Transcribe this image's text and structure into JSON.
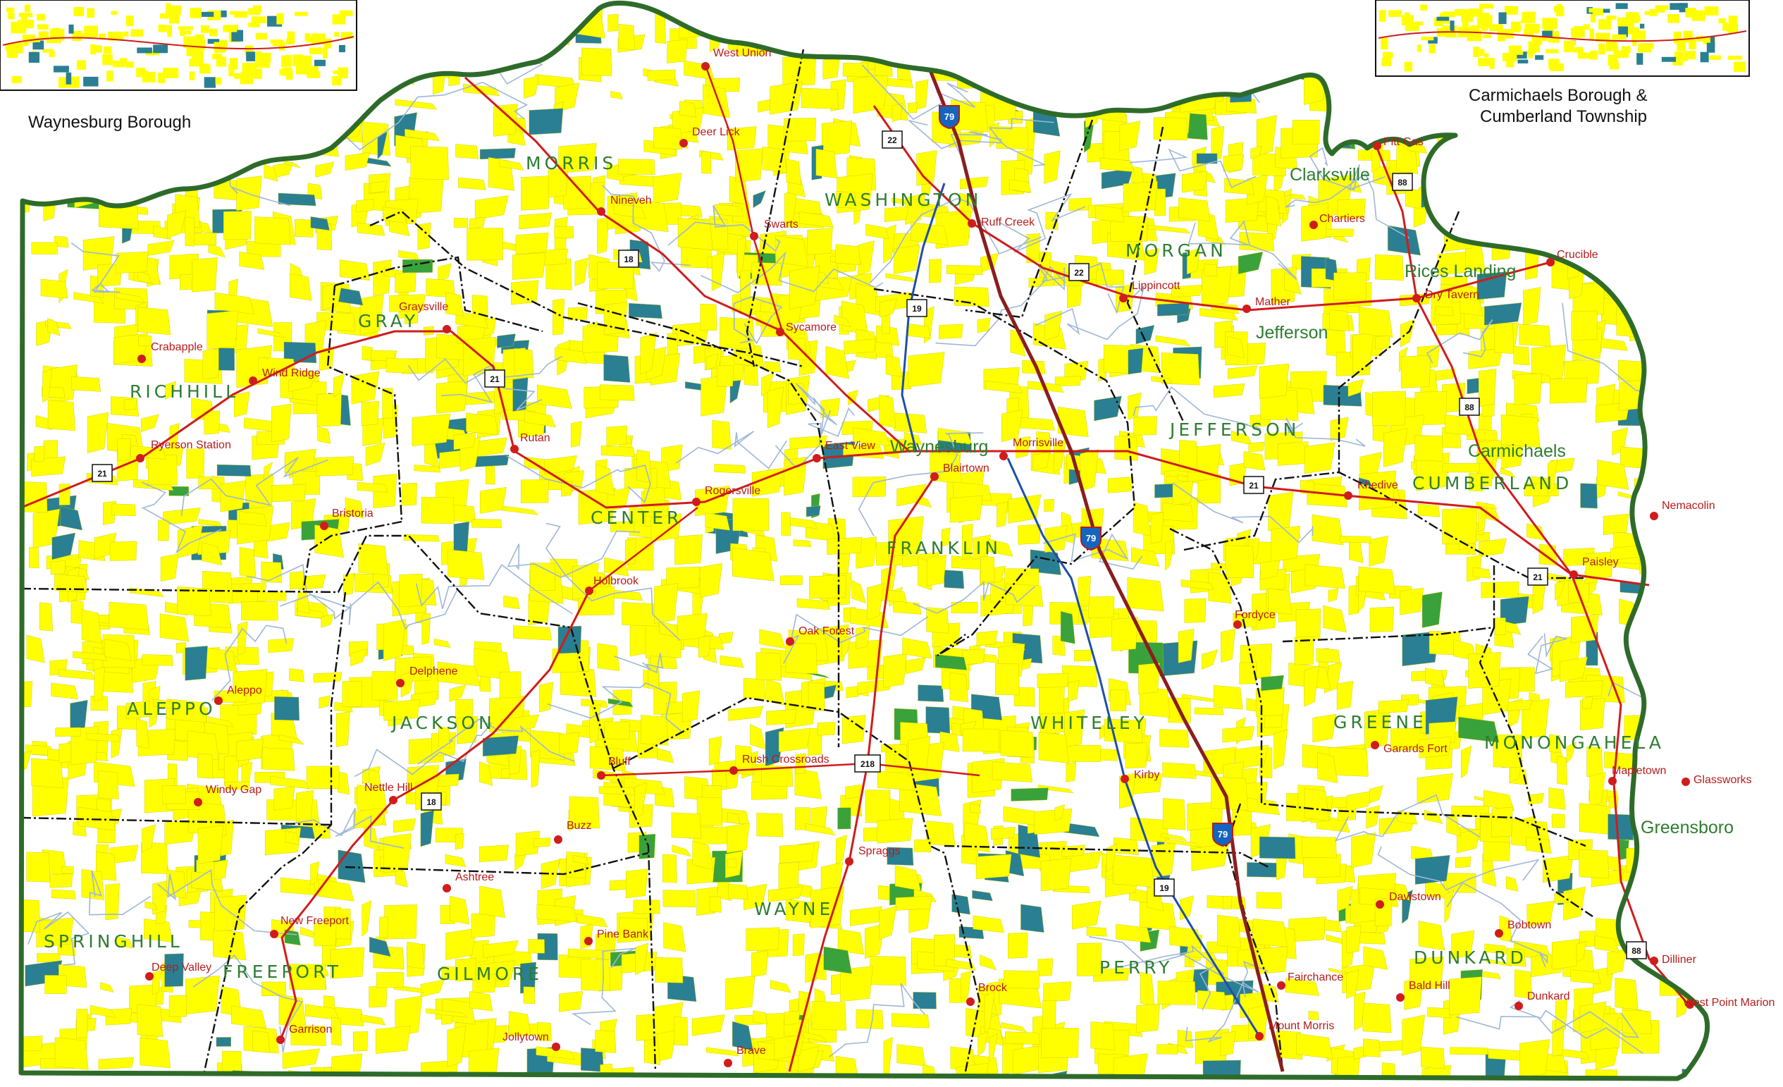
{
  "map": {
    "colors": {
      "county_border": "#2e6b2a",
      "parcel_yellow": "#ffff00",
      "parcel_teal": "#2a7f93",
      "parcel_green": "#3aa23a",
      "road_red": "#d01c1c",
      "highway_blue": "#1f4fa8",
      "interstate": "#8a1e1e",
      "boundary": "#111111",
      "stream": "#9fb7d6",
      "label_green": "#2e7d32",
      "label_red": "#b71c1c"
    }
  },
  "insets": {
    "left_caption": "Waynesburg Borough",
    "right_caption_line1": "Carmichaels Borough &",
    "right_caption_line2": "Cumberland Township"
  },
  "townships": [
    {
      "id": "morris",
      "name": "MORRIS"
    },
    {
      "id": "washington",
      "name": "WASHINGTON"
    },
    {
      "id": "morgan",
      "name": "MORGAN"
    },
    {
      "id": "gray",
      "name": "GRAY"
    },
    {
      "id": "richhill",
      "name": "RICHHILL"
    },
    {
      "id": "center",
      "name": "CENTER"
    },
    {
      "id": "franklin",
      "name": "FRANKLIN"
    },
    {
      "id": "jefferson",
      "name": "JEFFERSON"
    },
    {
      "id": "cumberland",
      "name": "CUMBERLAND"
    },
    {
      "id": "aleppo",
      "name": "ALEPPO"
    },
    {
      "id": "jackson",
      "name": "JACKSON"
    },
    {
      "id": "whiteley",
      "name": "WHITELEY"
    },
    {
      "id": "greene",
      "name": "GREENE"
    },
    {
      "id": "monongahela",
      "name": "MONONGAHELA"
    },
    {
      "id": "springhill",
      "name": "SPRINGHILL"
    },
    {
      "id": "freeport",
      "name": "FREEPORT"
    },
    {
      "id": "gilmore",
      "name": "GILMORE"
    },
    {
      "id": "wayne",
      "name": "WAYNE"
    },
    {
      "id": "perry",
      "name": "PERRY"
    },
    {
      "id": "dunkard",
      "name": "DUNKARD"
    }
  ],
  "boroughs": [
    {
      "id": "clarksville",
      "name": "Clarksville"
    },
    {
      "id": "rices",
      "name": "Rices Landing"
    },
    {
      "id": "jeffboro",
      "name": "Jefferson"
    },
    {
      "id": "waynesburg",
      "name": "Waynesburg"
    },
    {
      "id": "carmichaels",
      "name": "Carmichaels"
    },
    {
      "id": "greensboro",
      "name": "Greensboro"
    }
  ],
  "places": [
    {
      "id": "westunion",
      "name": "West Union"
    },
    {
      "id": "deerlick",
      "name": "Deer Lick"
    },
    {
      "id": "nineveh",
      "name": "Nineveh"
    },
    {
      "id": "swarts",
      "name": "Swarts"
    },
    {
      "id": "ruffcreek",
      "name": "Ruff Creek"
    },
    {
      "id": "pittgas",
      "name": "Pitt Gas"
    },
    {
      "id": "chartiers",
      "name": "Chartiers"
    },
    {
      "id": "crucible",
      "name": "Crucible"
    },
    {
      "id": "lippincott",
      "name": "Lippincott"
    },
    {
      "id": "drytavern",
      "name": "Dry Tavern"
    },
    {
      "id": "mather",
      "name": "Mather"
    },
    {
      "id": "graysville",
      "name": "Graysville"
    },
    {
      "id": "sycamore",
      "name": "Sycamore"
    },
    {
      "id": "crabapple",
      "name": "Crabapple"
    },
    {
      "id": "windridge",
      "name": "Wind Ridge"
    },
    {
      "id": "ryerson",
      "name": "Ryerson Station"
    },
    {
      "id": "rutan",
      "name": "Rutan"
    },
    {
      "id": "eastview",
      "name": "East View"
    },
    {
      "id": "morrisville",
      "name": "Morrisville"
    },
    {
      "id": "blairtown",
      "name": "Blairtown"
    },
    {
      "id": "bristoria",
      "name": "Bristoria"
    },
    {
      "id": "rogersville",
      "name": "Rogersville"
    },
    {
      "id": "khedive",
      "name": "Khedive"
    },
    {
      "id": "nemacolin",
      "name": "Nemacolin"
    },
    {
      "id": "paisley",
      "name": "Paisley"
    },
    {
      "id": "holbrook",
      "name": "Holbrook"
    },
    {
      "id": "fordyce",
      "name": "Fordyce"
    },
    {
      "id": "oakforest",
      "name": "Oak Forest"
    },
    {
      "id": "delphene",
      "name": "Delphene"
    },
    {
      "id": "aleppo_v",
      "name": "Aleppo"
    },
    {
      "id": "bluff",
      "name": "Bluff"
    },
    {
      "id": "rushcross",
      "name": "Rush Crossroads"
    },
    {
      "id": "garardsfort",
      "name": "Garards Fort"
    },
    {
      "id": "mapletown",
      "name": "Mapletown"
    },
    {
      "id": "glassworks",
      "name": "Glassworks"
    },
    {
      "id": "windygap",
      "name": "Windy Gap"
    },
    {
      "id": "nettlehill",
      "name": "Nettle Hill"
    },
    {
      "id": "kirby",
      "name": "Kirby"
    },
    {
      "id": "buzz",
      "name": "Buzz"
    },
    {
      "id": "spraggs",
      "name": "Spraggs"
    },
    {
      "id": "ashtree",
      "name": "Ashtree"
    },
    {
      "id": "davistown",
      "name": "Davistown"
    },
    {
      "id": "bobtown",
      "name": "Bobtown"
    },
    {
      "id": "newfreeport",
      "name": "New Freeport"
    },
    {
      "id": "pinebank",
      "name": "Pine Bank"
    },
    {
      "id": "deepvalley",
      "name": "Deep Valley"
    },
    {
      "id": "brock",
      "name": "Brock"
    },
    {
      "id": "fairchance",
      "name": "Fairchance"
    },
    {
      "id": "baldhill",
      "name": "Bald Hill"
    },
    {
      "id": "dunkard_v",
      "name": "Dunkard"
    },
    {
      "id": "dilliner",
      "name": "Dilliner"
    },
    {
      "id": "garrison",
      "name": "Garrison"
    },
    {
      "id": "jollytown",
      "name": "Jollytown"
    },
    {
      "id": "brave",
      "name": "Brave"
    },
    {
      "id": "mountmorris",
      "name": "Mount Morris"
    },
    {
      "id": "wpmarion",
      "name": "West Point Marion"
    }
  ],
  "route_shields": [
    {
      "id": "r22a",
      "label": "22"
    },
    {
      "id": "r22b",
      "label": "22"
    },
    {
      "id": "r18a",
      "label": "18"
    },
    {
      "id": "r18b",
      "label": "18"
    },
    {
      "id": "r19a",
      "label": "19"
    },
    {
      "id": "r19b",
      "label": "19"
    },
    {
      "id": "r21a",
      "label": "21"
    },
    {
      "id": "r21b",
      "label": "21"
    },
    {
      "id": "r21c",
      "label": "21"
    },
    {
      "id": "r21d",
      "label": "21"
    },
    {
      "id": "r88a",
      "label": "88"
    },
    {
      "id": "r88b",
      "label": "88"
    },
    {
      "id": "r88c",
      "label": "88"
    },
    {
      "id": "r218",
      "label": "218"
    }
  ],
  "interstate_shields": [
    {
      "id": "i79a",
      "label": "79"
    },
    {
      "id": "i79b",
      "label": "79"
    },
    {
      "id": "i79c",
      "label": "79"
    }
  ]
}
